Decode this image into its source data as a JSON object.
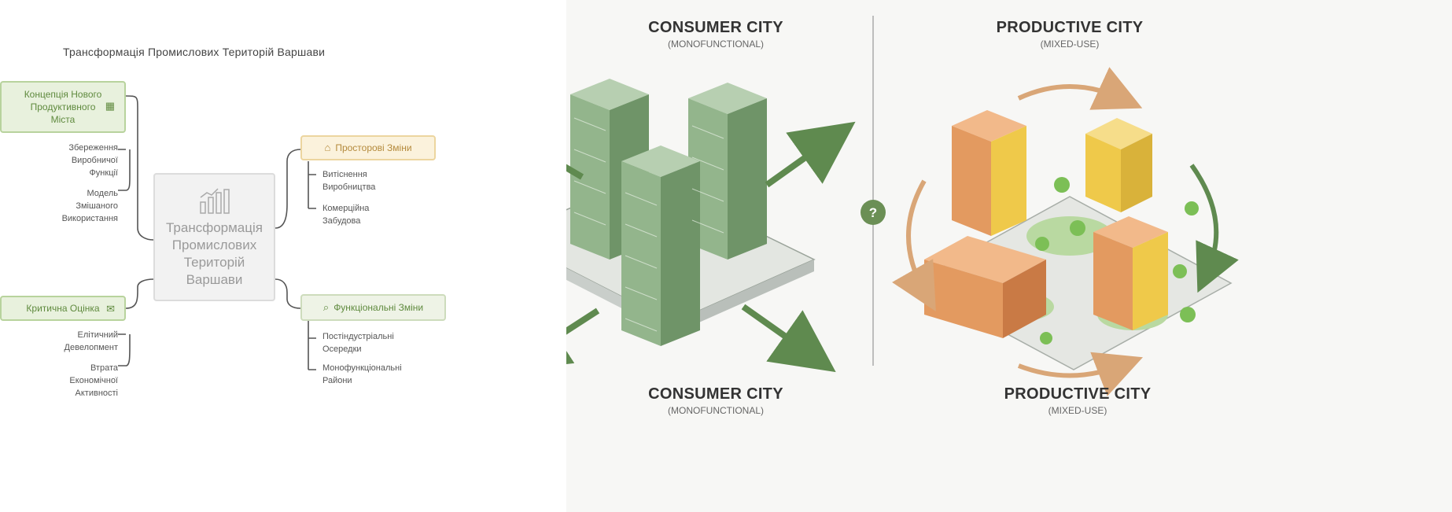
{
  "mindmap": {
    "title": "Трансформація Промислових Територій Варшави",
    "center": {
      "label_lines": [
        "Трансформація",
        "Промислових",
        "Територій",
        "Варшави"
      ],
      "icon": "chart-icon"
    },
    "branches": {
      "top_left": {
        "label_lines": [
          "Концепція Нового",
          "Продуктивного",
          "Міста"
        ],
        "icon": "building-icon",
        "leaves": [
          [
            "Збереження",
            "Виробничої",
            "Функції"
          ],
          [
            "Модель",
            "Змішаного",
            "Використання"
          ]
        ]
      },
      "bottom_left": {
        "label": "Критична Оцінка",
        "icon": "mail-icon",
        "leaves": [
          [
            "Елітичний",
            "Девелопмент"
          ],
          [
            "Втрата",
            "Економічної",
            "Активності"
          ]
        ]
      },
      "top_right": {
        "label": "Просторові Зміни",
        "icon": "map-icon",
        "leaves": [
          [
            "Витіснення",
            "Виробництва"
          ],
          [
            "Комерційна",
            "Забудова"
          ]
        ]
      },
      "bottom_right": {
        "label": "Функціональні Зміни",
        "icon": "magnifier-icon",
        "leaves": [
          [
            "Постіндустріальні",
            "Осередки"
          ],
          [
            "Монофункціональні",
            "Райони"
          ]
        ]
      }
    },
    "colors": {
      "green": "#b8d39d",
      "yellow": "#ecd59f",
      "line": "#555555"
    }
  },
  "illustration": {
    "consumer_top": {
      "title": "CONSUMER CITY",
      "subtitle": "(MONOFUNCTIONAL)"
    },
    "productive_top": {
      "title": "PRODUCTIVE CITY",
      "subtitle": "(MIXED-USE)"
    },
    "consumer_bottom": {
      "title": "CONSUMER CITY",
      "subtitle": "(MONOFUNCTIONAL)"
    },
    "productive_bottom": {
      "title": "PRODUCTIVE CITY",
      "subtitle": "(MIXED-USE)"
    },
    "divider_badge": "?",
    "colors": {
      "tower_green": "#93b58c",
      "tower_dark": "#6f9468",
      "arrow_green": "#5f8a4f",
      "orange": "#e39a60",
      "yellow": "#efc94a",
      "arrow_orange": "#d9a677",
      "tree_green": "#7cbf56"
    }
  }
}
